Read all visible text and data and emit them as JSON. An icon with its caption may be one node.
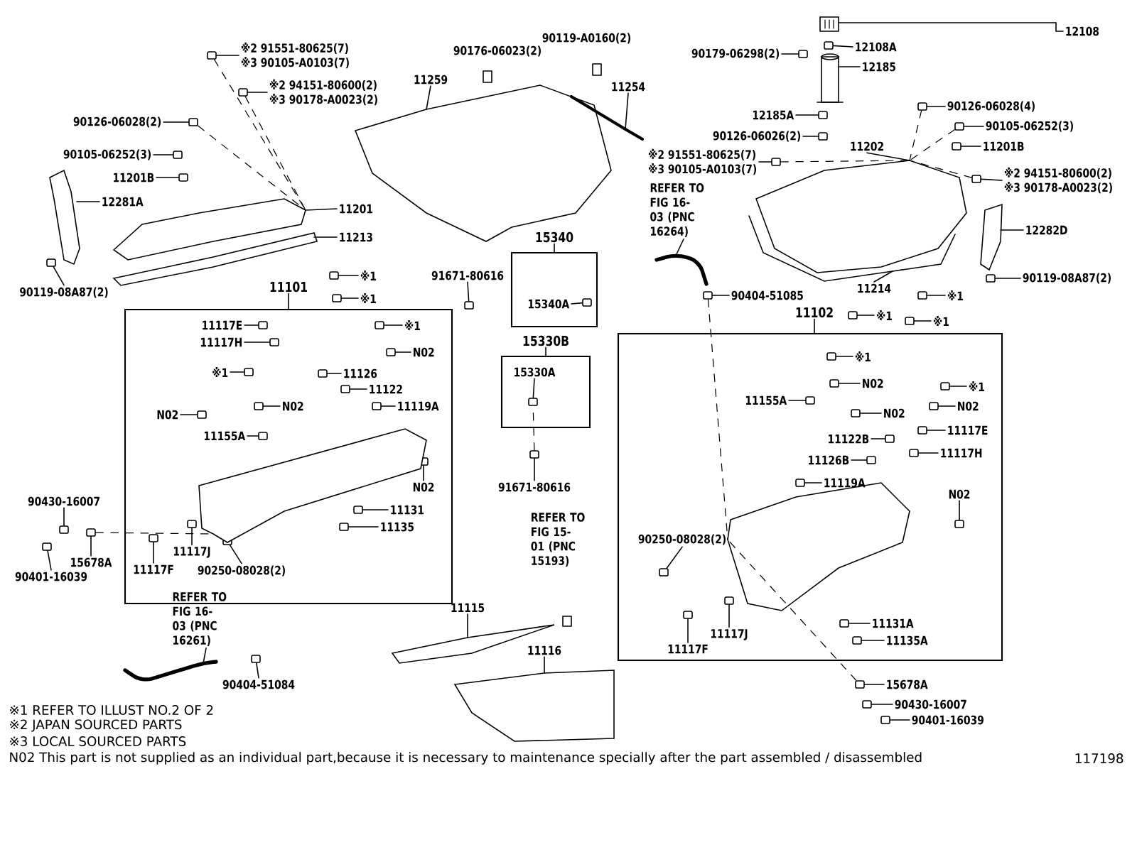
{
  "diagram": {
    "nodes": [
      {
        "text": [
          "※2 91551-80625(7)",
          "※3 90105-A0103(7)"
        ]
      },
      {
        "text": [
          "※2 94151-80600(2)",
          "※3 90178-A0023(2)"
        ]
      },
      {
        "text": [
          "90126-06028(2)"
        ]
      },
      {
        "text": [
          "90105-06252(3)"
        ]
      },
      {
        "text": [
          "11201B"
        ]
      },
      {
        "text": [
          "12281A"
        ]
      },
      {
        "text": [
          "11201"
        ]
      },
      {
        "text": [
          "11213"
        ]
      },
      {
        "text": [
          "90119-08A87(2)"
        ]
      },
      {
        "text": [
          "90176-06023(2)"
        ]
      },
      {
        "text": [
          "11259"
        ]
      },
      {
        "text": [
          "90119-A0160(2)"
        ]
      },
      {
        "text": [
          "11254"
        ]
      },
      {
        "text": [
          "※2 91551-80625(7)",
          "※3 90105-A0103(7)"
        ]
      },
      {
        "text": [
          "REFER TO FIG 16-03 (PNC 16264)"
        ]
      },
      {
        "text": [
          "90404-51085"
        ]
      },
      {
        "text": [
          "15340"
        ]
      },
      {
        "text": [
          "15340A"
        ],
        "in": 16
      },
      {
        "text": [
          "91671-80616"
        ]
      },
      {
        "text": [
          "15330B"
        ]
      },
      {
        "text": [
          "15330A"
        ],
        "in": 19
      },
      {
        "text": [
          "91671-80616"
        ]
      },
      {
        "text": [
          "※1"
        ]
      },
      {
        "text": [
          "※1"
        ]
      },
      {
        "text": [
          "11101"
        ]
      },
      {
        "text": [
          "11117E"
        ],
        "in": 24
      },
      {
        "text": [
          "11117H"
        ],
        "in": 24
      },
      {
        "text": [
          "※1"
        ],
        "in": 24
      },
      {
        "text": [
          "※1"
        ],
        "in": 24
      },
      {
        "text": [
          "N02"
        ],
        "in": 24
      },
      {
        "text": [
          "11126"
        ],
        "in": 24
      },
      {
        "text": [
          "11122"
        ],
        "in": 24
      },
      {
        "text": [
          "11119A"
        ],
        "in": 24
      },
      {
        "text": [
          "N02"
        ],
        "in": 24
      },
      {
        "text": [
          "N02"
        ],
        "in": 24
      },
      {
        "text": [
          "11155A"
        ],
        "in": 24
      },
      {
        "text": [
          "N02"
        ],
        "in": 24
      },
      {
        "text": [
          "11131"
        ],
        "in": 24
      },
      {
        "text": [
          "11135"
        ],
        "in": 24
      },
      {
        "text": [
          "11117J"
        ],
        "in": 24
      },
      {
        "text": [
          "11117F"
        ],
        "in": 24
      },
      {
        "text": [
          "90250-08028(2)"
        ],
        "in": 24
      },
      {
        "text": [
          "90430-16007"
        ]
      },
      {
        "text": [
          "15678A"
        ]
      },
      {
        "text": [
          "90401-16039"
        ]
      },
      {
        "text": [
          "REFER TO FIG 16-03 (PNC 16261)"
        ]
      },
      {
        "text": [
          "90404-51084"
        ]
      },
      {
        "text": [
          "11115"
        ]
      },
      {
        "text": [
          "11116"
        ]
      },
      {
        "text": [
          "REFER TO FIG 15-01 (PNC 15193)"
        ]
      },
      {
        "text": [
          "12108"
        ]
      },
      {
        "text": [
          "12108A"
        ]
      },
      {
        "text": [
          "90179-06298(2)"
        ]
      },
      {
        "text": [
          "12185"
        ]
      },
      {
        "text": [
          "12185A"
        ]
      },
      {
        "text": [
          "90126-06026(2)"
        ]
      },
      {
        "text": [
          "11202"
        ]
      },
      {
        "text": [
          "90126-06028(4)"
        ]
      },
      {
        "text": [
          "90105-06252(3)"
        ]
      },
      {
        "text": [
          "11201B"
        ]
      },
      {
        "text": [
          "※2 94151-80600(2)",
          "※3 90178-A0023(2)"
        ]
      },
      {
        "text": [
          "12282D"
        ]
      },
      {
        "text": [
          "90119-08A87(2)"
        ]
      },
      {
        "text": [
          "11214"
        ]
      },
      {
        "text": [
          "※1"
        ]
      },
      {
        "text": [
          "※1"
        ]
      },
      {
        "text": [
          "※1"
        ]
      },
      {
        "text": [
          "11102"
        ]
      },
      {
        "text": [
          "※1"
        ],
        "in": 67
      },
      {
        "text": [
          "N02"
        ],
        "in": 67
      },
      {
        "text": [
          "11155A"
        ],
        "in": 67
      },
      {
        "text": [
          "N02"
        ],
        "in": 67
      },
      {
        "text": [
          "※1"
        ],
        "in": 67
      },
      {
        "text": [
          "N02"
        ],
        "in": 67
      },
      {
        "text": [
          "11117E"
        ],
        "in": 67
      },
      {
        "text": [
          "11122B"
        ],
        "in": 67
      },
      {
        "text": [
          "11117H"
        ],
        "in": 67
      },
      {
        "text": [
          "11126B"
        ],
        "in": 67
      },
      {
        "text": [
          "11119A"
        ],
        "in": 67
      },
      {
        "text": [
          "N02"
        ],
        "in": 67
      },
      {
        "text": [
          "90250-08028(2)"
        ],
        "in": 67
      },
      {
        "text": [
          "11117J"
        ],
        "in": 67
      },
      {
        "text": [
          "11117F"
        ],
        "in": 67
      },
      {
        "text": [
          "11131A"
        ],
        "in": 67
      },
      {
        "text": [
          "11135A"
        ],
        "in": 67
      },
      {
        "text": [
          "15678A"
        ]
      },
      {
        "text": [
          "90430-16007"
        ]
      },
      {
        "text": [
          "90401-16039"
        ]
      },
      {
        "text": [],
        "shape": "box"
      },
      {
        "text": [],
        "shape": "box"
      },
      {
        "text": [],
        "shape": "box"
      },
      {
        "text": [],
        "shape": "box"
      },
      {
        "text": [],
        "shape": "box"
      },
      {
        "text": [],
        "shape": "picture"
      },
      {
        "text": [],
        "shape": "picture"
      },
      {
        "text": [],
        "shape": "picture"
      },
      {
        "text": [],
        "shape": "box"
      },
      {
        "text": [],
        "shape": "picture"
      },
      {
        "text": [],
        "shape": "picture"
      },
      {
        "text": [],
        "shape": "box"
      },
      {
        "text": [],
        "shape": "picture"
      },
      {
        "text": [],
        "shape": "box"
      },
      {
        "text": [],
        "shape": "box",
        "in": 16
      },
      {
        "text": [],
        "shape": "box"
      },
      {
        "text": [],
        "shape": "box",
        "in": 19
      },
      {
        "text": [],
        "shape": "box"
      },
      {
        "text": [],
        "shape": "box"
      },
      {
        "text": [],
        "shape": "box"
      },
      {
        "text": [],
        "shape": "box",
        "in": 24
      },
      {
        "text": [],
        "shape": "box",
        "in": 24
      },
      {
        "text": [],
        "shape": "box",
        "in": 24
      },
      {
        "text": [],
        "shape": "box",
        "in": 24
      },
      {
        "text": [],
        "shape": "box",
        "in": 24
      },
      {
        "text": [],
        "shape": "box",
        "in": 24
      },
      {
        "text": [],
        "shape": "box",
        "in": 24
      },
      {
        "text": [],
        "shape": "box",
        "in": 24
      },
      {
        "text": [],
        "shape": "box",
        "in": 24
      },
      {
        "text": [],
        "shape": "box",
        "in": 24
      },
      {
        "text": [],
        "shape": "box",
        "in": 24
      },
      {
        "text": [],
        "shape": "box",
        "in": 24
      },
      {
        "text": [],
        "shape": "box",
        "in": 24
      },
      {
        "text": [],
        "shape": "box",
        "in": 24
      },
      {
        "text": [],
        "shape": "box",
        "in": 24
      },
      {
        "text": [],
        "shape": "box",
        "in": 24
      },
      {
        "text": [],
        "shape": "box",
        "in": 24
      },
      {
        "text": [],
        "shape": "box"
      },
      {
        "text": [],
        "shape": "box"
      },
      {
        "text": [],
        "shape": "box"
      },
      {
        "text": [],
        "shape": "picture"
      },
      {
        "text": [],
        "shape": "box"
      },
      {
        "text": [],
        "shape": "picture"
      },
      {
        "text": [],
        "shape": "picture"
      },
      {
        "text": [],
        "shape": "picture"
      },
      {
        "text": [],
        "shape": "box"
      },
      {
        "text": [],
        "shape": "box"
      },
      {
        "text": [],
        "shape": "picture"
      },
      {
        "text": [],
        "shape": "box"
      },
      {
        "text": [],
        "shape": "box"
      },
      {
        "text": [],
        "shape": "picture"
      },
      {
        "text": [],
        "shape": "box"
      },
      {
        "text": [],
        "shape": "box"
      },
      {
        "text": [],
        "shape": "box"
      },
      {
        "text": [],
        "shape": "box"
      },
      {
        "text": [],
        "shape": "picture"
      },
      {
        "text": [],
        "shape": "box"
      },
      {
        "text": [],
        "shape": "picture"
      },
      {
        "text": [],
        "shape": "box"
      },
      {
        "text": [],
        "shape": "box"
      },
      {
        "text": [],
        "shape": "box"
      },
      {
        "text": [],
        "shape": "box",
        "in": 67
      },
      {
        "text": [],
        "shape": "box",
        "in": 67
      },
      {
        "text": [],
        "shape": "box",
        "in": 67
      },
      {
        "text": [],
        "shape": "box",
        "in": 67
      },
      {
        "text": [],
        "shape": "box",
        "in": 67
      },
      {
        "text": [],
        "shape": "box",
        "in": 67
      },
      {
        "text": [],
        "shape": "box",
        "in": 67
      },
      {
        "text": [],
        "shape": "box",
        "in": 67
      },
      {
        "text": [],
        "shape": "box",
        "in": 67
      },
      {
        "text": [],
        "shape": "box",
        "in": 67
      },
      {
        "text": [],
        "shape": "box",
        "in": 67
      },
      {
        "text": [],
        "shape": "box",
        "in": 67
      },
      {
        "text": [],
        "shape": "box",
        "in": 67
      },
      {
        "text": [],
        "shape": "box",
        "in": 67
      },
      {
        "text": [],
        "shape": "box",
        "in": 67
      },
      {
        "text": [],
        "shape": "box",
        "in": 67
      },
      {
        "text": [],
        "shape": "box",
        "in": 67
      },
      {
        "text": [],
        "shape": "box"
      },
      {
        "text": [],
        "shape": "box"
      },
      {
        "text": [],
        "shape": "box"
      },
      {
        "text": [],
        "shape": "picture",
        "in": 24
      },
      {
        "text": [],
        "shape": "picture",
        "in": 67
      }
    ],
    "edges": [
      {
        "from": 0,
        "to": 88,
        "arrow": "none"
      },
      {
        "from": 1,
        "to": 89,
        "arrow": "none"
      },
      {
        "from": 2,
        "to": 90,
        "arrow": "none"
      },
      {
        "from": 3,
        "to": 91,
        "arrow": "none"
      },
      {
        "from": 4,
        "to": 92,
        "arrow": "none"
      },
      {
        "from": 5,
        "to": 93,
        "arrow": "none"
      },
      {
        "from": 6,
        "to": 94,
        "arrow": "none"
      },
      {
        "from": 7,
        "to": 95,
        "arrow": "none"
      },
      {
        "from": 8,
        "to": 96,
        "arrow": "none"
      },
      {
        "from": 10,
        "to": 97,
        "arrow": "none"
      },
      {
        "from": 12,
        "to": 98,
        "arrow": "none"
      },
      {
        "from": 13,
        "to": 99,
        "arrow": "none"
      },
      {
        "from": 14,
        "to": 100,
        "arrow": "none"
      },
      {
        "from": 15,
        "to": 101,
        "arrow": "none"
      },
      {
        "from": 17,
        "to": 102,
        "arrow": "none"
      },
      {
        "from": 18,
        "to": 103,
        "arrow": "none"
      },
      {
        "from": 20,
        "to": 104,
        "arrow": "none"
      },
      {
        "from": 21,
        "to": 105,
        "arrow": "none"
      },
      {
        "from": 22,
        "to": 106,
        "arrow": "none"
      },
      {
        "from": 23,
        "to": 107,
        "arrow": "none"
      },
      {
        "from": 25,
        "to": 108,
        "arrow": "none"
      },
      {
        "from": 26,
        "to": 109,
        "arrow": "none"
      },
      {
        "from": 27,
        "to": 110,
        "arrow": "none"
      },
      {
        "from": 28,
        "to": 111,
        "arrow": "none"
      },
      {
        "from": 29,
        "to": 112,
        "arrow": "none"
      },
      {
        "from": 30,
        "to": 113,
        "arrow": "none"
      },
      {
        "from": 31,
        "to": 114,
        "arrow": "none"
      },
      {
        "from": 32,
        "to": 115,
        "arrow": "none"
      },
      {
        "from": 33,
        "to": 116,
        "arrow": "none"
      },
      {
        "from": 34,
        "to": 117,
        "arrow": "none"
      },
      {
        "from": 35,
        "to": 118,
        "arrow": "none"
      },
      {
        "from": 36,
        "to": 119,
        "arrow": "none"
      },
      {
        "from": 37,
        "to": 120,
        "arrow": "none"
      },
      {
        "from": 38,
        "to": 121,
        "arrow": "none"
      },
      {
        "from": 39,
        "to": 122,
        "arrow": "none"
      },
      {
        "from": 40,
        "to": 123,
        "arrow": "none"
      },
      {
        "from": 41,
        "to": 124,
        "arrow": "none"
      },
      {
        "from": 42,
        "to": 125,
        "arrow": "none"
      },
      {
        "from": 43,
        "to": 126,
        "arrow": "none"
      },
      {
        "from": 44,
        "to": 127,
        "arrow": "none"
      },
      {
        "from": 45,
        "to": 128,
        "arrow": "none"
      },
      {
        "from": 46,
        "to": 129,
        "arrow": "none"
      },
      {
        "from": 47,
        "to": 130,
        "arrow": "none"
      },
      {
        "from": 48,
        "to": 131,
        "arrow": "none"
      },
      {
        "from": 50,
        "to": 132,
        "arrow": "none"
      },
      {
        "from": 51,
        "to": 133,
        "arrow": "none"
      },
      {
        "from": 52,
        "to": 134,
        "arrow": "none"
      },
      {
        "from": 53,
        "to": 135,
        "arrow": "none"
      },
      {
        "from": 54,
        "to": 136,
        "arrow": "none"
      },
      {
        "from": 55,
        "to": 137,
        "arrow": "none"
      },
      {
        "from": 56,
        "to": 138,
        "arrow": "none"
      },
      {
        "from": 57,
        "to": 139,
        "arrow": "none"
      },
      {
        "from": 58,
        "to": 140,
        "arrow": "none"
      },
      {
        "from": 59,
        "to": 141,
        "arrow": "none"
      },
      {
        "from": 60,
        "to": 142,
        "arrow": "none"
      },
      {
        "from": 61,
        "to": 143,
        "arrow": "none"
      },
      {
        "from": 62,
        "to": 144,
        "arrow": "none"
      },
      {
        "from": 63,
        "to": 145,
        "arrow": "none"
      },
      {
        "from": 64,
        "to": 146,
        "arrow": "none"
      },
      {
        "from": 65,
        "to": 147,
        "arrow": "none"
      },
      {
        "from": 66,
        "to": 148,
        "arrow": "none"
      },
      {
        "from": 68,
        "to": 149,
        "arrow": "none"
      },
      {
        "from": 69,
        "to": 150,
        "arrow": "none"
      },
      {
        "from": 70,
        "to": 151,
        "arrow": "none"
      },
      {
        "from": 71,
        "to": 152,
        "arrow": "none"
      },
      {
        "from": 72,
        "to": 153,
        "arrow": "none"
      },
      {
        "from": 73,
        "to": 154,
        "arrow": "none"
      },
      {
        "from": 74,
        "to": 155,
        "arrow": "none"
      },
      {
        "from": 75,
        "to": 156,
        "arrow": "none"
      },
      {
        "from": 76,
        "to": 157,
        "arrow": "none"
      },
      {
        "from": 77,
        "to": 158,
        "arrow": "none"
      },
      {
        "from": 78,
        "to": 159,
        "arrow": "none"
      },
      {
        "from": 79,
        "to": 160,
        "arrow": "none"
      },
      {
        "from": 80,
        "to": 161,
        "arrow": "none"
      },
      {
        "from": 81,
        "to": 162,
        "arrow": "none"
      },
      {
        "from": 82,
        "to": 163,
        "arrow": "none"
      },
      {
        "from": 83,
        "to": 164,
        "arrow": "none"
      },
      {
        "from": 84,
        "to": 165,
        "arrow": "none"
      },
      {
        "from": 85,
        "to": 166,
        "arrow": "none"
      },
      {
        "from": 86,
        "to": 167,
        "arrow": "none"
      },
      {
        "from": 87,
        "to": 168,
        "arrow": "none"
      },
      {
        "from": 88,
        "to": 94,
        "arrow": "none",
        "style": "dashed"
      },
      {
        "from": 89,
        "to": 94,
        "arrow": "none",
        "style": "dashed"
      },
      {
        "from": 90,
        "to": 94,
        "arrow": "none",
        "style": "dashed"
      },
      {
        "from": 105,
        "to": 104,
        "arrow": "none",
        "style": "dashed"
      },
      {
        "from": 126,
        "to": 169,
        "arrow": "none",
        "style": "dashed"
      },
      {
        "from": 101,
        "to": 170,
        "arrow": "none",
        "style": "dashed"
      },
      {
        "from": 166,
        "to": 170,
        "arrow": "none",
        "style": "dashed"
      },
      {
        "from": 139,
        "to": 138,
        "arrow": "none",
        "style": "dashed"
      },
      {
        "from": 140,
        "to": 138,
        "arrow": "none",
        "style": "dashed"
      },
      {
        "from": 142,
        "to": 138,
        "arrow": "none",
        "style": "dashed"
      },
      {
        "from": 99,
        "to": 138,
        "arrow": "none",
        "style": "dashed"
      }
    ],
    "labels": [
      "※1 REFER TO ILLUST NO.2 OF 2",
      "※2 JAPAN SOURCED PARTS",
      "※3 LOCAL SOURCED PARTS",
      "N02 This part is not supplied as an individual part,because it is necessary to maintenance specially after the part assembled / disassembled",
      "117198"
    ]
  }
}
